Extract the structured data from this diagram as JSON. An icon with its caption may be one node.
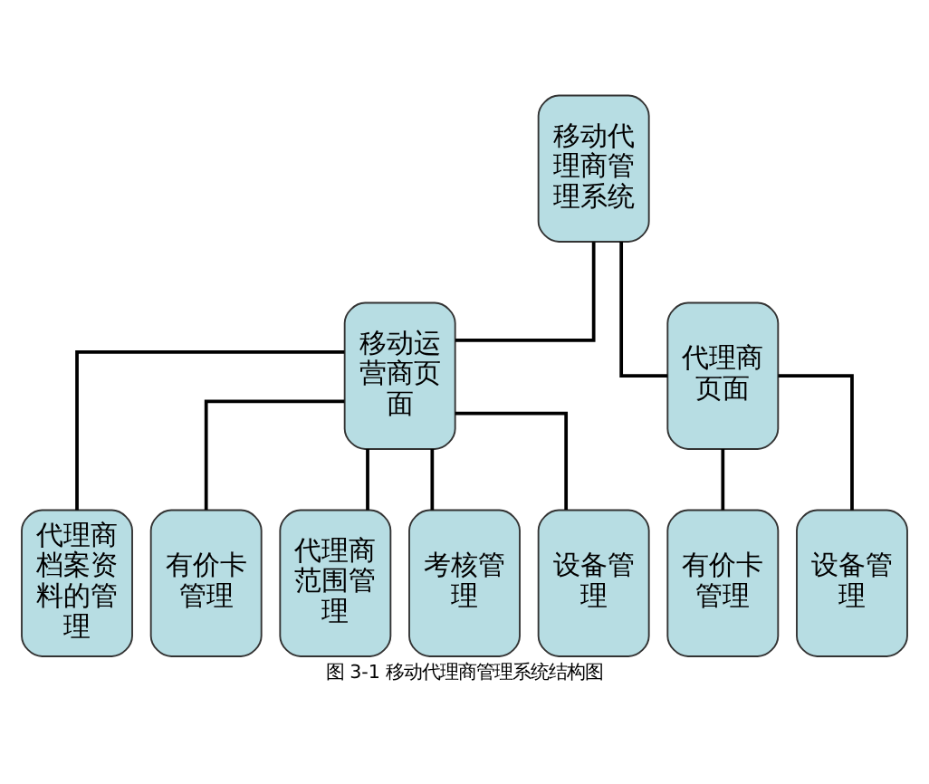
{
  "diagram": {
    "caption": "图 3-1 移动代理商管理系统结构图",
    "nodes": [
      {
        "text": [
          "移动代理商管理系统"
        ]
      },
      {
        "text": [
          "移动运营商页面"
        ]
      },
      {
        "text": [
          "代理商页面"
        ]
      },
      {
        "text": [
          "代理商档案资料的管理"
        ]
      },
      {
        "text": [
          "有价卡管理"
        ]
      },
      {
        "text": [
          "代理商范围管理"
        ]
      },
      {
        "text": [
          "考核管理"
        ]
      },
      {
        "text": [
          "设备管理"
        ]
      },
      {
        "text": [
          "有价卡管理"
        ]
      },
      {
        "text": [
          "设备管理"
        ]
      }
    ],
    "edges": [
      {
        "from": 0,
        "to": 1,
        "arrow": "none"
      },
      {
        "from": 0,
        "to": 2,
        "arrow": "none"
      },
      {
        "from": 1,
        "to": 3,
        "arrow": "none"
      },
      {
        "from": 1,
        "to": 4,
        "arrow": "none"
      },
      {
        "from": 1,
        "to": 5,
        "arrow": "none"
      },
      {
        "from": 1,
        "to": 6,
        "arrow": "none"
      },
      {
        "from": 1,
        "to": 7,
        "arrow": "none"
      },
      {
        "from": 2,
        "to": 8,
        "arrow": "none"
      },
      {
        "from": 2,
        "to": 9,
        "arrow": "none"
      }
    ]
  }
}
